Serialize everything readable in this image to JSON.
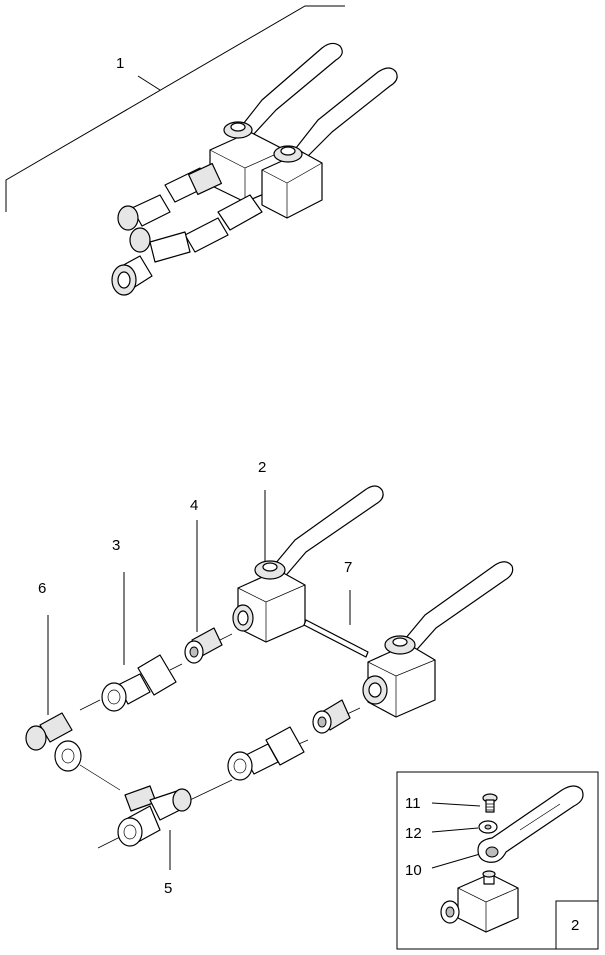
{
  "callouts": {
    "c1": "1",
    "c2": "2",
    "c3": "3",
    "c4": "4",
    "c5": "5",
    "c6": "6",
    "c7": "7",
    "c10": "10",
    "c11": "11",
    "c12": "12"
  },
  "inset": {
    "label": "2"
  }
}
